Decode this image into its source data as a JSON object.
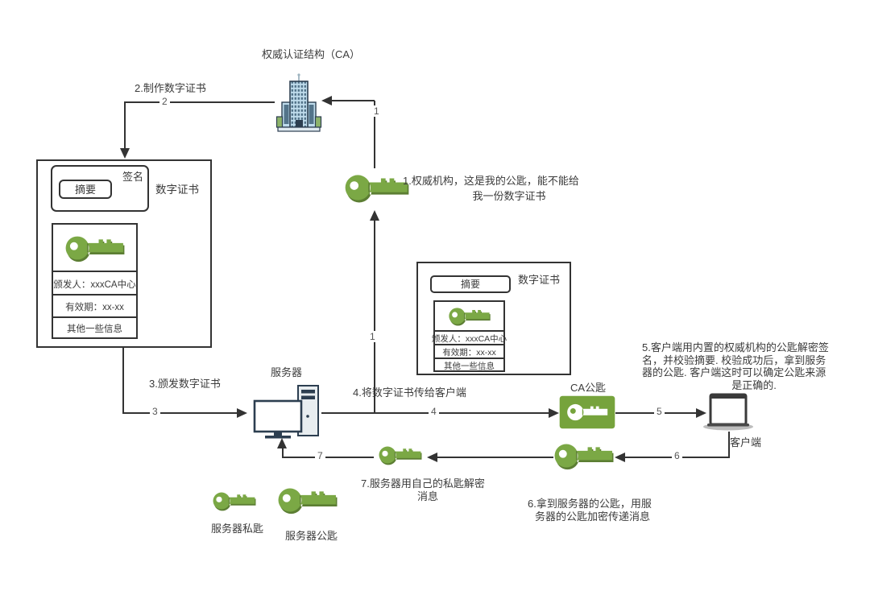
{
  "title": "权威认证结构（CA）",
  "labels": {
    "server": "服务器",
    "client": "客户端",
    "ca_public_key": "CA公匙",
    "server_private_key": "服务器私匙",
    "server_public_key": "服务器公匙"
  },
  "cert_left": {
    "name": "数字证书",
    "signature": "签名",
    "digest": "摘要",
    "rows": [
      "颁发人：xxxCA中心",
      "有效期：xx-xx",
      "其他一些信息"
    ]
  },
  "cert_mid": {
    "name": "数字证书",
    "digest": "摘要",
    "rows": [
      "颁发人：xxxCA中心",
      "有效期：xx-xx",
      "其他一些信息"
    ]
  },
  "steps": {
    "s1": {
      "num": "1",
      "line1": "1.权威机构，这是我的公匙，能不能给",
      "line2": "我一份数字证书"
    },
    "s2": {
      "num": "2",
      "text": "2.制作数字证书"
    },
    "s3": {
      "num": "3",
      "text": "3.颁发数字证书"
    },
    "s4": {
      "num": "4",
      "text": "4.将数字证书传给客户端"
    },
    "s5": {
      "num": "5",
      "line1": "5.客户端用内置的权威机构的公匙解密签",
      "line2": "名，并校验摘要. 校验成功后，拿到服务",
      "line3": "器的公匙. 客户端这时可以确定公匙来源",
      "line4": "是正确的."
    },
    "s6": {
      "num": "6",
      "line1": "6.拿到服务器的公匙，用服",
      "line2": "务器的公匙加密传递消息"
    },
    "s7": {
      "num": "7",
      "line1": "7.服务器用自己的私匙解密",
      "line2": "消息"
    }
  },
  "colors": {
    "key_green": "#7BA845",
    "key_green_dark": "#5C7E33",
    "ca_box_green": "#76A33C",
    "line": "#333333"
  }
}
